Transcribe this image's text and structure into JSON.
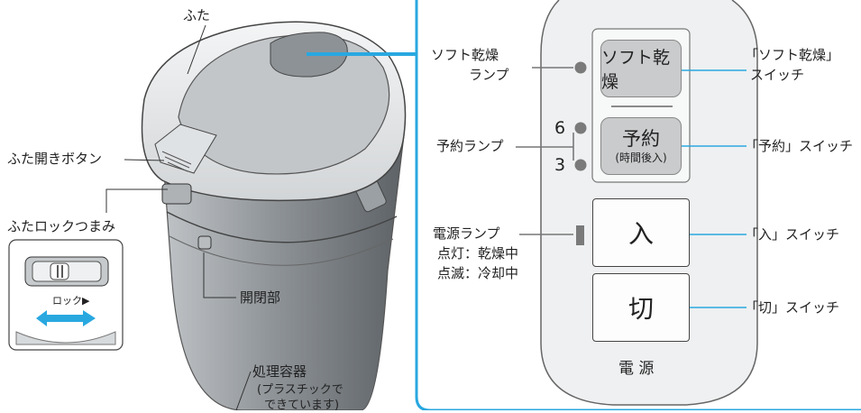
{
  "left": {
    "lid": "ふた",
    "lid_open_button": "ふた開きボタン",
    "lid_lock_knob": "ふたロックつまみ",
    "lock_label": "ロック▶",
    "opening_part": "開閉部",
    "container": "処理容器",
    "container_note_1": "(プラスチックで",
    "container_note_2": "できています)"
  },
  "panel": {
    "soft_dry_lamp_1": "ソフト乾燥",
    "soft_dry_lamp_2": "ランプ",
    "timer_lamp": "予約ランプ",
    "timer_6": "6",
    "timer_3": "3",
    "power_lamp": "電源ランプ",
    "power_lamp_on": "点灯：乾燥中",
    "power_lamp_blink": "点滅：冷却中",
    "soft_dry_button": "ソフト乾燥",
    "timer_button": "予約",
    "timer_button_sub": "(時間後入)",
    "on_button": "入",
    "off_button": "切",
    "power_caption": "電 源",
    "soft_dry_switch_1": "「ソフト乾燥」",
    "soft_dry_switch_2": "スイッチ",
    "timer_switch": "「予約」スイッチ",
    "on_switch": "「入」スイッチ",
    "off_switch": "「切」スイッチ"
  },
  "colors": {
    "accent_blue": "#29a8e0",
    "lamp_gray": "#7a7a7a",
    "panel_fill": "#eef0f1",
    "button_gray": "#c9cbcc"
  }
}
